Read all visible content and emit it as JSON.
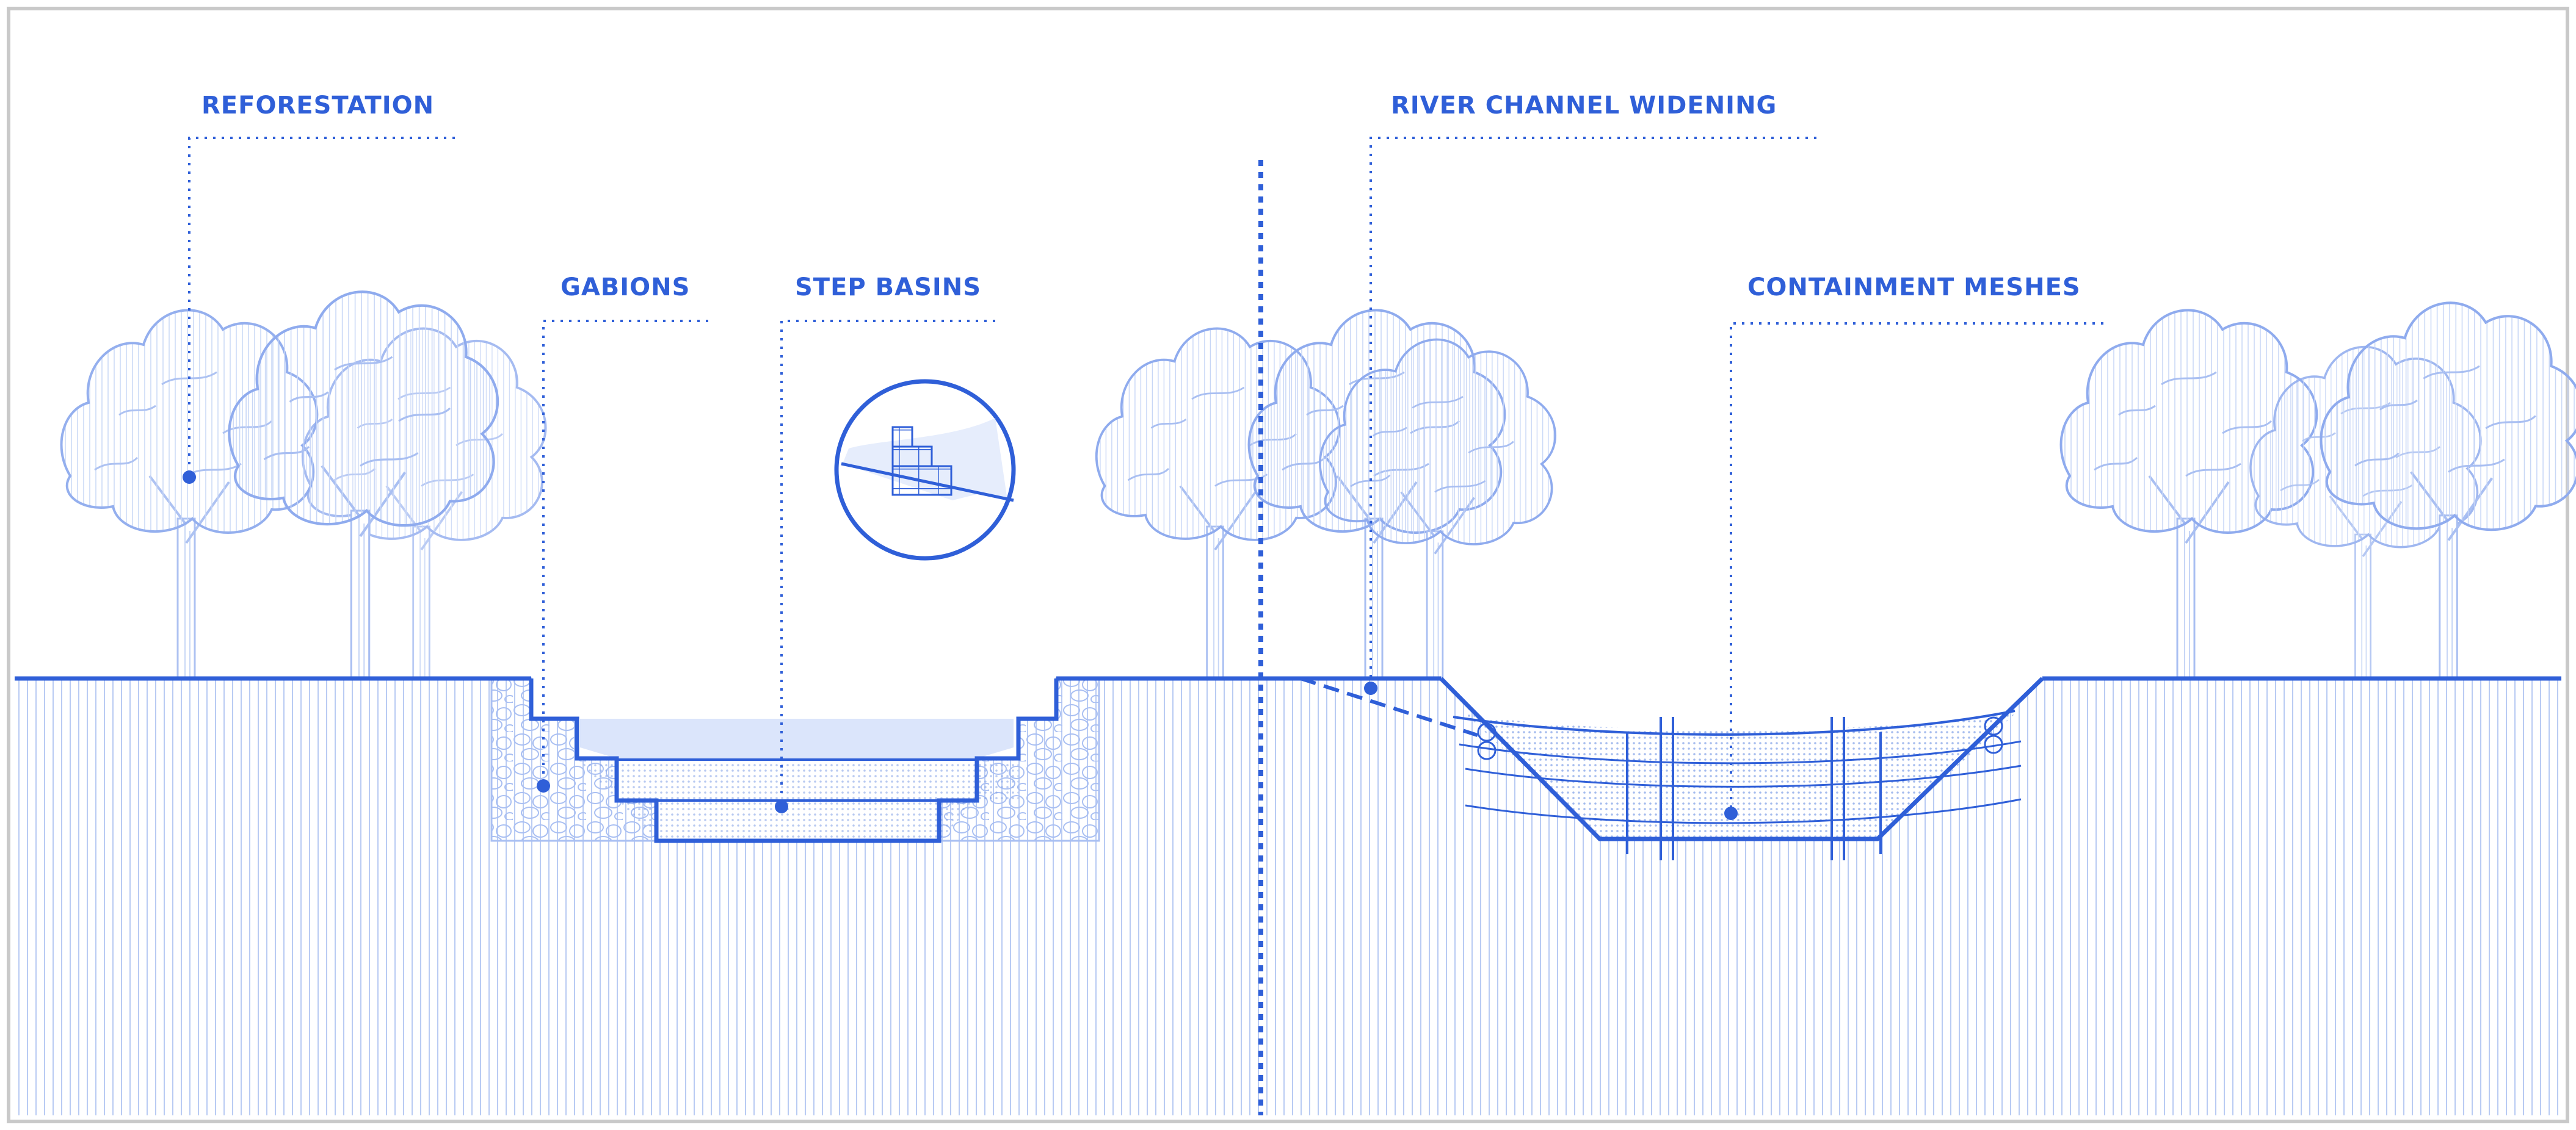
{
  "labels": {
    "reforestation": "REFORESTATION",
    "gabions": "GABIONS",
    "step_basins": "STEP BASINS",
    "river_channel_widening": "RIVER CHANNEL WIDENING",
    "containment_meshes": "CONTAINMENT MESHES"
  },
  "colors": {
    "primary": "#2f5fd8",
    "light": "#a9bff2",
    "fill": "#dbe5fb",
    "hatch": "#b9cbf3",
    "frame": "#c9c9c9"
  }
}
